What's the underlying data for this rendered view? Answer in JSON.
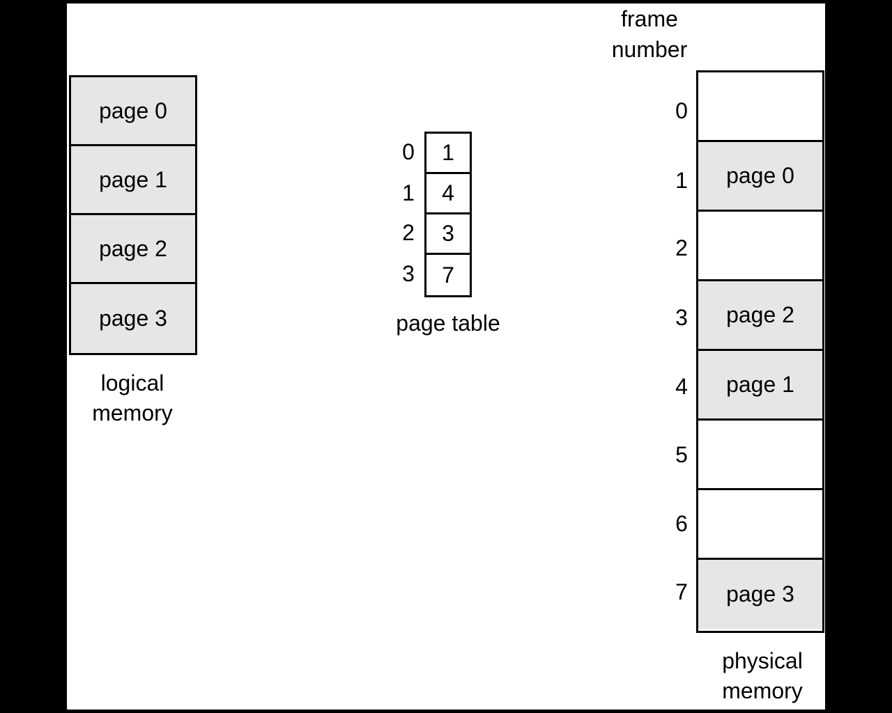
{
  "logical_memory": {
    "pages": [
      "page 0",
      "page 1",
      "page 2",
      "page 3"
    ],
    "caption_line1": "logical",
    "caption_line2": "memory"
  },
  "page_table": {
    "indices": [
      "0",
      "1",
      "2",
      "3"
    ],
    "entries": [
      "1",
      "4",
      "3",
      "7"
    ],
    "caption": "page table"
  },
  "physical_memory": {
    "header_line1": "frame",
    "header_line2": "number",
    "frame_numbers": [
      "0",
      "1",
      "2",
      "3",
      "4",
      "5",
      "6",
      "7"
    ],
    "frames": [
      "",
      "page 0",
      "",
      "page 2",
      "page 1",
      "",
      "",
      "page 3"
    ],
    "caption_line1": "physical",
    "caption_line2": "memory"
  },
  "colors": {
    "page_fill": "#e6e6e6",
    "empty_fill": "#ffffff",
    "border": "#000000",
    "background": "#ffffff",
    "frame": "#000000"
  }
}
